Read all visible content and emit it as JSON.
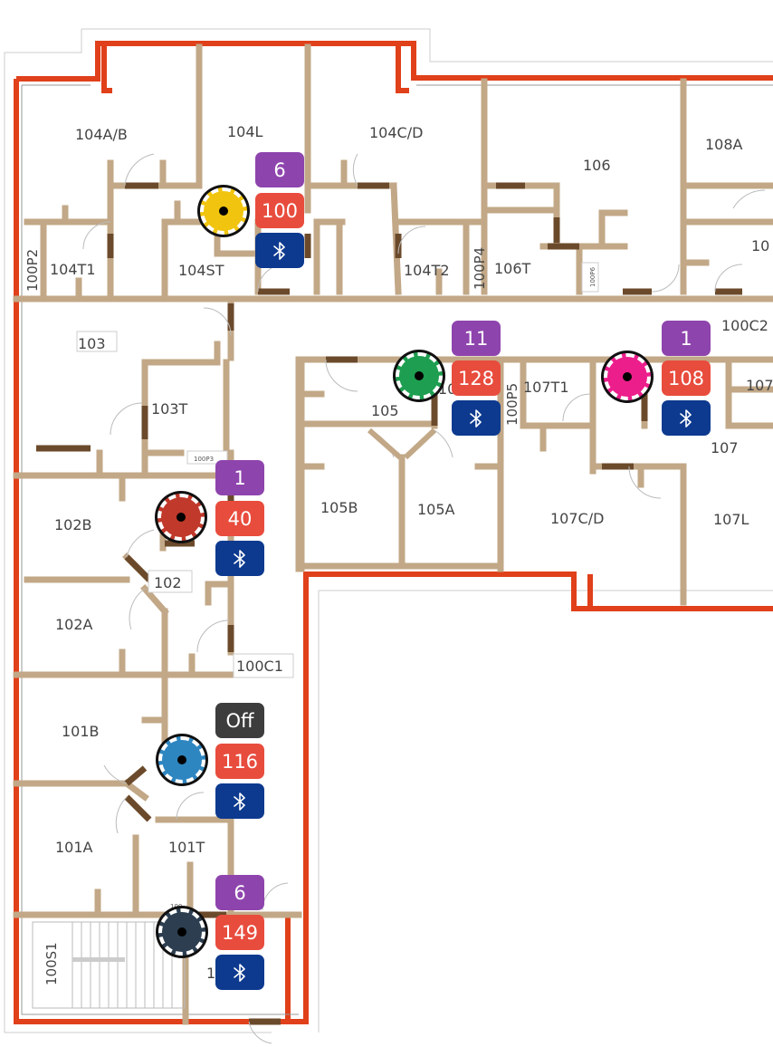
{
  "map": {
    "rooms": [
      {
        "id": "104ab",
        "label": "104A/B"
      },
      {
        "id": "104l",
        "label": "104L"
      },
      {
        "id": "104cd",
        "label": "104C/D"
      },
      {
        "id": "106",
        "label": "106"
      },
      {
        "id": "108a",
        "label": "108A"
      },
      {
        "id": "104t1",
        "label": "104T1"
      },
      {
        "id": "104st",
        "label": "104ST"
      },
      {
        "id": "104t2",
        "label": "104T2"
      },
      {
        "id": "106t",
        "label": "106T"
      },
      {
        "id": "100p2",
        "label": "100P2"
      },
      {
        "id": "100p4",
        "label": "100P4"
      },
      {
        "id": "100p6",
        "label": "100P6"
      },
      {
        "id": "10x",
        "label": "10"
      },
      {
        "id": "100c2",
        "label": "100C2"
      },
      {
        "id": "103",
        "label": "103"
      },
      {
        "id": "103t",
        "label": "103T"
      },
      {
        "id": "100p3",
        "label": "100P3"
      },
      {
        "id": "105",
        "label": "105"
      },
      {
        "id": "10a",
        "label": "10"
      },
      {
        "id": "100p5",
        "label": "100P5"
      },
      {
        "id": "107t1",
        "label": "107T1"
      },
      {
        "id": "107x",
        "label": "107"
      },
      {
        "id": "107",
        "label": "107"
      },
      {
        "id": "105b",
        "label": "105B"
      },
      {
        "id": "105a",
        "label": "105A"
      },
      {
        "id": "107cd",
        "label": "107C/D"
      },
      {
        "id": "107l",
        "label": "107L"
      },
      {
        "id": "102b",
        "label": "102B"
      },
      {
        "id": "102",
        "label": "102"
      },
      {
        "id": "102a",
        "label": "102A"
      },
      {
        "id": "100c1",
        "label": "100C1"
      },
      {
        "id": "101b",
        "label": "101B"
      },
      {
        "id": "101a",
        "label": "101A"
      },
      {
        "id": "101t",
        "label": "101T"
      },
      {
        "id": "100s1",
        "label": "100S1"
      },
      {
        "id": "100x",
        "label": "100"
      },
      {
        "id": "1x",
        "label": "1"
      }
    ],
    "markers": [
      {
        "id": "yellow",
        "color": "#f1c40f",
        "count": "6",
        "value": "100",
        "bt_icon": "bluetooth-icon"
      },
      {
        "id": "green",
        "color": "#1e9e50",
        "count": "11",
        "value": "128",
        "bt_icon": "bluetooth-icon"
      },
      {
        "id": "magenta",
        "color": "#ec1e8c",
        "count": "1",
        "value": "108",
        "bt_icon": "bluetooth-icon"
      },
      {
        "id": "red",
        "color": "#c0392b",
        "count": "1",
        "value": "40",
        "bt_icon": "bluetooth-icon"
      },
      {
        "id": "blue",
        "color": "#2e86c1",
        "status": "Off",
        "value": "116",
        "bt_icon": "bluetooth-icon"
      },
      {
        "id": "navy",
        "color": "#2c3e50",
        "count": "6",
        "value": "149",
        "bt_icon": "bluetooth-icon"
      }
    ],
    "colors": {
      "exterior_wall": "#e0401a",
      "interior_wall": "#c2a887",
      "door_dark": "#6b4a2b",
      "count_badge": "#8e44ad",
      "value_badge": "#e84c3d",
      "bluetooth_badge": "#0d3a8f",
      "off_badge": "#3d3d3d"
    }
  }
}
